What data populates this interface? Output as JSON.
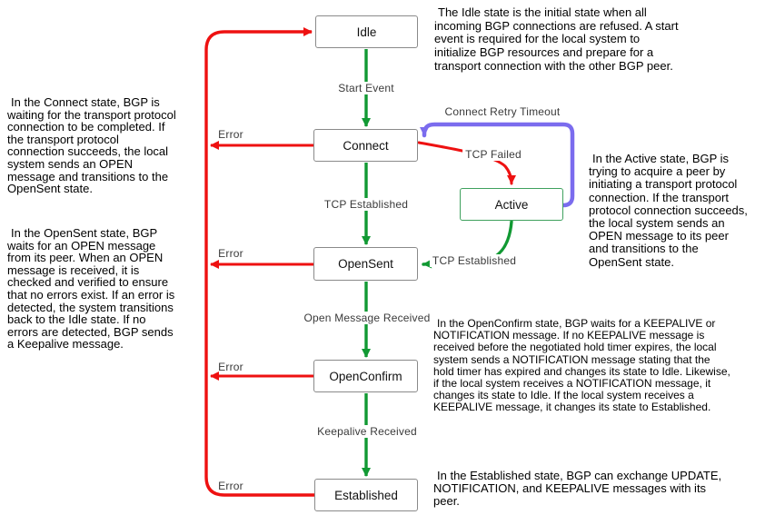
{
  "diagram": {
    "states": {
      "idle": {
        "label": "Idle",
        "note": "The Idle state is the initial state when all\nincoming BGP connections are refused. A start\nevent is required for the local system to\ninitialize BGP resources and prepare for a\ntransport connection with the other BGP peer."
      },
      "connect": {
        "label": "Connect",
        "note": "In the Connect state, BGP is\nwaiting for the transport protocol\nconnection to be completed. If\nthe transport protocol\nconnection succeeds, the local\nsystem sends an OPEN\nmessage and transitions to the\nOpenSent state."
      },
      "active": {
        "label": "Active",
        "note": "In the Active state, BGP is\ntrying to acquire a peer by\ninitiating a transport protocol\nconnection. If the transport\nprotocol connection succeeds,\nthe local system sends an\nOPEN message to its peer\nand transitions to the\nOpenSent state."
      },
      "opensent": {
        "label": "OpenSent",
        "note": "In the OpenSent state, BGP\nwaits for an OPEN message\nfrom its peer. When an OPEN\nmessage is received, it is\nchecked and verified to ensure\nthat no errors exist. If an error is\ndetected, the system transitions\nback to the Idle state. If no\nerrors are detected, BGP sends\na Keepalive message."
      },
      "openconfirm": {
        "label": "OpenConfirm",
        "note": "In the OpenConfirm state, BGP waits for a KEEPALIVE or\nNOTIFICATION message. If no KEEPALIVE message is\nreceived before the negotiated hold timer expires, the local\nsystem sends a NOTIFICATION message stating that the\nhold timer has expired and changes its state to Idle. Likewise,\nif the local system receives a NOTIFICATION message, it\nchanges its state to Idle. If the local system receives a\nKEEPALIVE message, it changes its state to Established."
      },
      "established": {
        "label": "Established",
        "note": "In the Established state, BGP can exchange UPDATE,\nNOTIFICATION, and KEEPALIVE messages with its\npeer."
      }
    },
    "transitions": {
      "start_event": "Start Event",
      "tcp_established_mid": "TCP Established",
      "open_message_received": "Open Message Received",
      "keepalive_received": "Keepalive Received",
      "tcp_established_active": "TCP Established",
      "tcp_failed": "TCP Failed",
      "connect_retry_timeout": "Connect Retry Timeout",
      "error_connect": "Error",
      "error_opensent": "Error",
      "error_openconfirm": "Error",
      "error_established": "Error"
    },
    "colors": {
      "green": "#119933",
      "red": "#ee1111",
      "purple": "#7b6cee",
      "box_border": "#8a8a8a",
      "active_box_border": "#3fa15e"
    }
  }
}
